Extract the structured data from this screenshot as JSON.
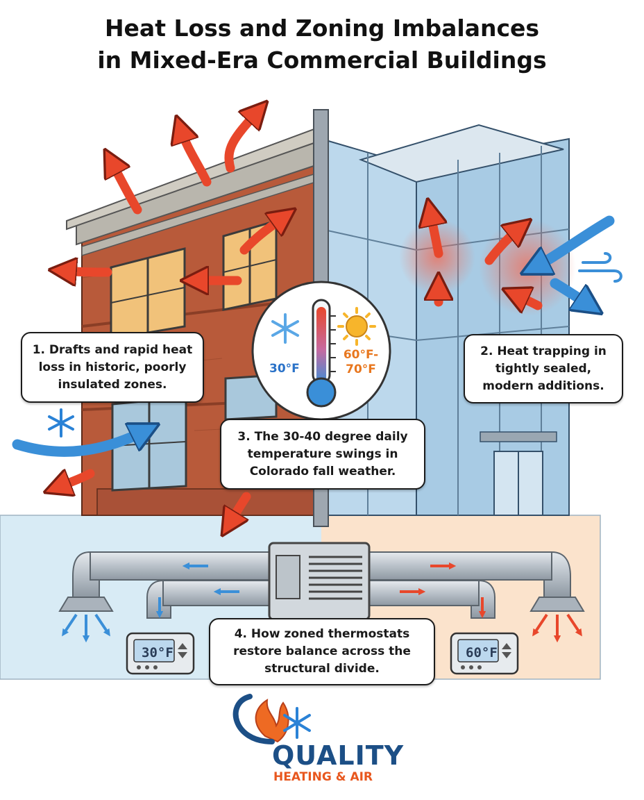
{
  "title": {
    "line1": "Heat Loss and Zoning Imbalances",
    "line2": "in Mixed-Era Commercial Buildings"
  },
  "callouts": {
    "c1": [
      "1. Drafts and rapid heat",
      "loss in historic, poorly",
      "insulated zones."
    ],
    "c2": [
      "2. Heat trapping in",
      "tightly sealed,",
      "modern additions."
    ],
    "c3": [
      "3. The 30-40 degree daily",
      "temperature swings in",
      "Colorado fall weather."
    ],
    "c4": [
      "4. How zoned thermostats",
      "restore balance across the",
      "structural divide."
    ]
  },
  "thermometer": {
    "cold_label": "30°F",
    "warm_label_line1": "60°F-",
    "warm_label_line2": "70°F"
  },
  "thermostats": {
    "left_reading": "30°F",
    "right_reading": "60°F"
  },
  "logo": {
    "line1": "QUALITY",
    "line2": "HEATING & AIR"
  },
  "colors": {
    "heat_arrow": "#e8472b",
    "cold_arrow": "#3a8fd8",
    "brick": "#b85a3a",
    "glass": "#bcd8ec",
    "cold_zone": "#d8ebf5",
    "warm_zone": "#fbe3cc",
    "duct": "#c3cad1"
  },
  "icons": [
    "snowflake-icon",
    "sun-icon",
    "thermometer-icon",
    "wind-icon",
    "flame-icon"
  ]
}
